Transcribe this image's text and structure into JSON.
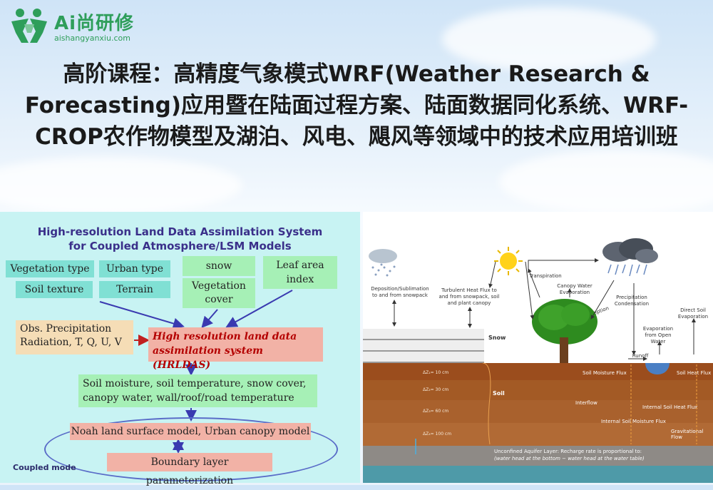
{
  "logo": {
    "name": "Ai尚研修",
    "url": "aishangyanxiu.com"
  },
  "title": "高阶课程：高精度气象模式WRF(Weather Research & Forecasting)应用暨在陆面过程方案、陆面数据同化系统、WRF-CROP农作物模型及湖泊、风电、飓风等领域中的技术应用培训班",
  "left_diagram": {
    "title_line1": "High-resolution Land Data Assimilation System",
    "title_line2": "for Coupled Atmosphere/LSM Models",
    "inputs": {
      "vegetation_type": "Vegetation type",
      "urban_type": "Urban type",
      "soil_texture": "Soil texture",
      "terrain": "Terrain",
      "snow": "snow",
      "vegetation_cover": "Vegetation cover",
      "leaf_area_index": "Leaf area index"
    },
    "obs": "Obs. Precipitation Radiation, T, Q, U, V",
    "hrldas": "High resolution land data assimilation system (HRLDAS)",
    "outputs": "Soil moisture, soil temperature, snow cover, canopy water, wall/roof/road temperature",
    "noah": "Noah land surface model, Urban canopy model",
    "boundary": "Boundary layer parameterization",
    "coupled_mode": "Coupled mode"
  },
  "right_diagram": {
    "deposition": "Deposition/Sublimation to and from snowpack",
    "turbulent": "Turbulent Heat Flux to and from snowpack, soil and plant canopy",
    "transpiration": "Transpiration",
    "canopy_evap": "Canopy Water Evaporation",
    "interception": "Interception",
    "precip": "Precipitation Condensation",
    "direct_soil": "Direct Soil Evaporation",
    "evap_open": "Evaporation from Open Water",
    "runoff": "Runoff",
    "snow": "Snow",
    "soil": "Soil",
    "soil_moisture_flux": "Soil Moisture Flux",
    "soil_heat_flux": "Soil Heat Flux",
    "interflow": "Interflow",
    "internal_heat": "Internal Soil Heat Flux",
    "internal_moisture": "Internal Soil Moisture Flux",
    "gravitational": "Gravitational Flow",
    "aquifer_line1": "Unconfined Aquifer Layer: Recharge rate is proportional to:",
    "aquifer_line2": "(water head at the bottom − water head at the water table)",
    "layer1": "ΔZ₁= 10 cm",
    "layer2": "ΔZ₂= 30 cm",
    "layer3": "ΔZ₃= 60 cm",
    "layer4": "ΔZ₄= 100 cm"
  }
}
